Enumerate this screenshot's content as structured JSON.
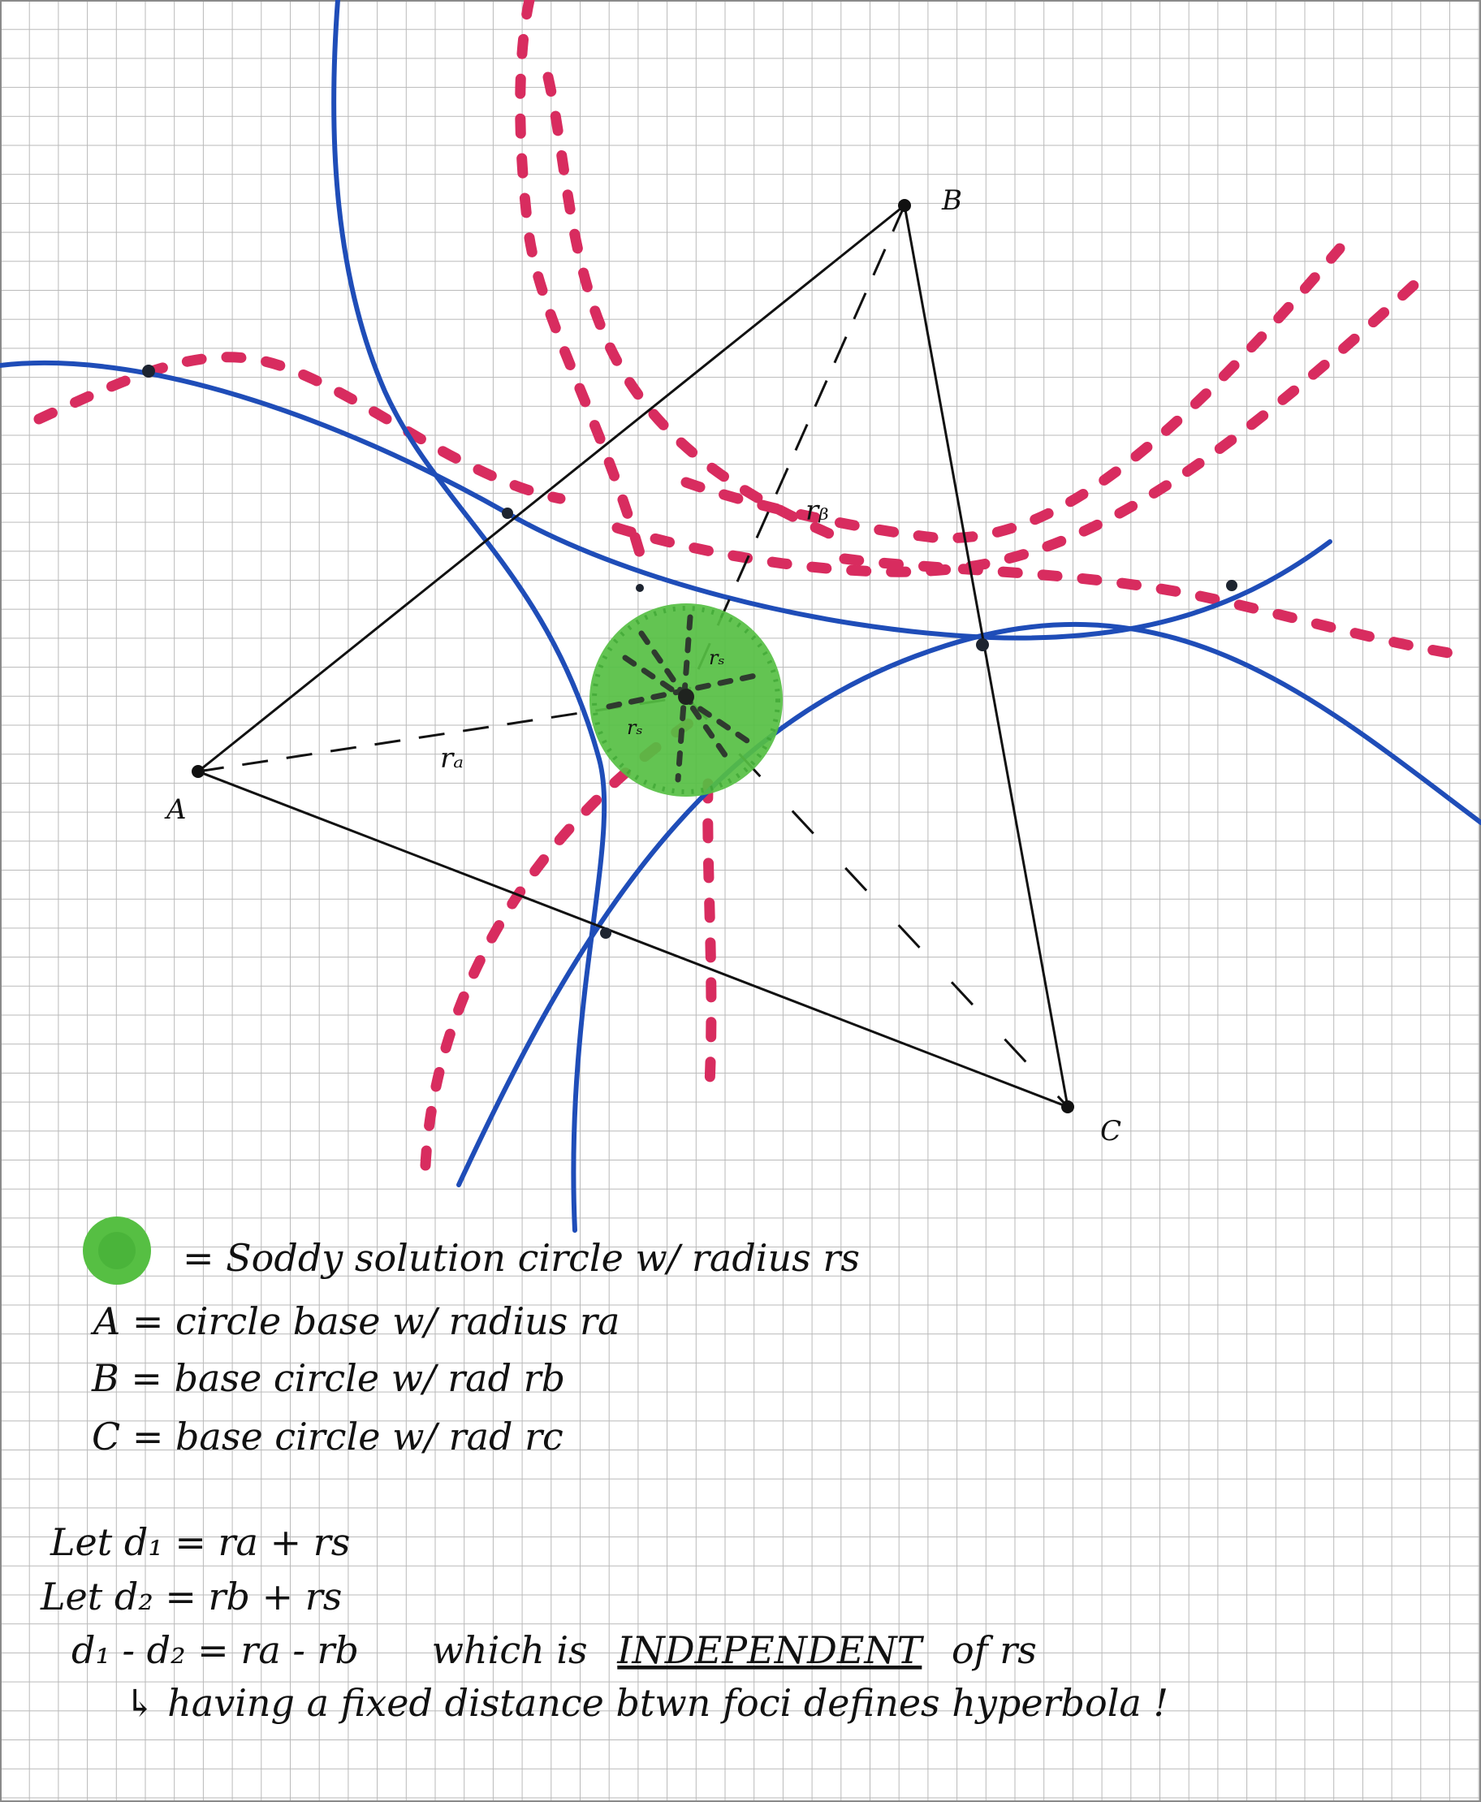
{
  "diagram": {
    "points": [
      {
        "id": "A",
        "label": "A"
      },
      {
        "id": "B",
        "label": "B"
      },
      {
        "id": "C",
        "label": "C"
      }
    ],
    "radius_labels": {
      "a": "rₐ",
      "b": "rᵦ",
      "s1": "rₛ",
      "s2": "rₛ"
    },
    "colors": {
      "paper": "#ffffff",
      "grid": "#b9b9b9",
      "grid_outline": "#8a8a8a",
      "ink": "#111111",
      "blue_circles": "#1f4db8",
      "dashed_hyperbolas": "#d82c5f",
      "soddy_fill": "#56bf43",
      "soddy_core": "#303830"
    }
  },
  "legend": {
    "swatch_icon": "green-filled-circle",
    "soddy_line": "= Soddy solution circle w/ radius rs",
    "a_line": "A = circle base w/ radius ra",
    "b_line": "B = base circle w/ rad rb",
    "c_line": "C = base circle w/ rad rc"
  },
  "derivation": {
    "d1_line": "Let d₁ = ra + rs",
    "d2_line": "Let d₂ = rb + rs",
    "diff_prefix": "d₁ - d₂ = ra - rb",
    "which_is": "which is",
    "independent": "INDEPENDENT",
    "of_rs": "of rs",
    "conclusion": "↳ having a fixed distance btwn foci defines hyperbola !"
  }
}
